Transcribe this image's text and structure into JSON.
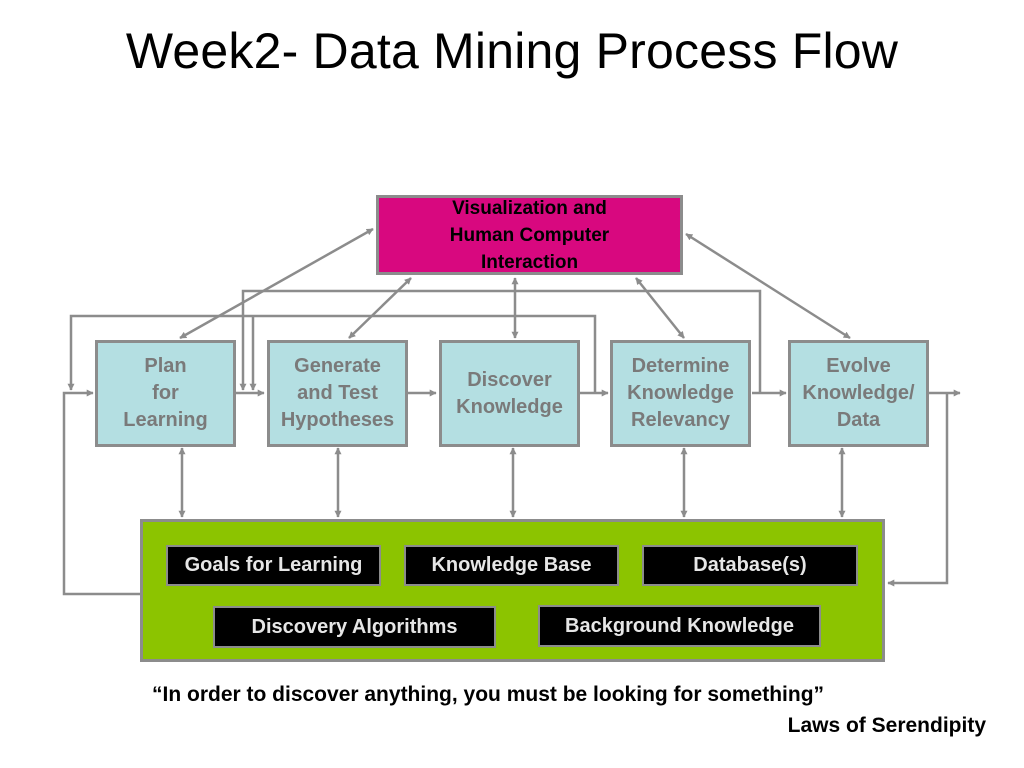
{
  "title": "Week2- Data Mining Process Flow",
  "top_box": "Visualization and\nHuman Computer\nInteraction",
  "steps": [
    "Plan\nfor\nLearning",
    "Generate\nand Test\nHypotheses",
    "Discover\nKnowledge",
    "Determine\nKnowledge\nRelevancy",
    "Evolve\nKnowledge/\nData"
  ],
  "resources": [
    "Goals for Learning",
    "Knowledge Base",
    "Database(s)",
    "Discovery Algorithms",
    "Background Knowledge"
  ],
  "quote": "“In order to discover anything, you must be looking for something”",
  "attribution": "Laws of Serendipity",
  "colors": {
    "top_box": "#d8087f",
    "steps": "#b4dfe2",
    "panel": "#8cc400",
    "resource": "#000000",
    "arrow": "#8c8c8c"
  }
}
